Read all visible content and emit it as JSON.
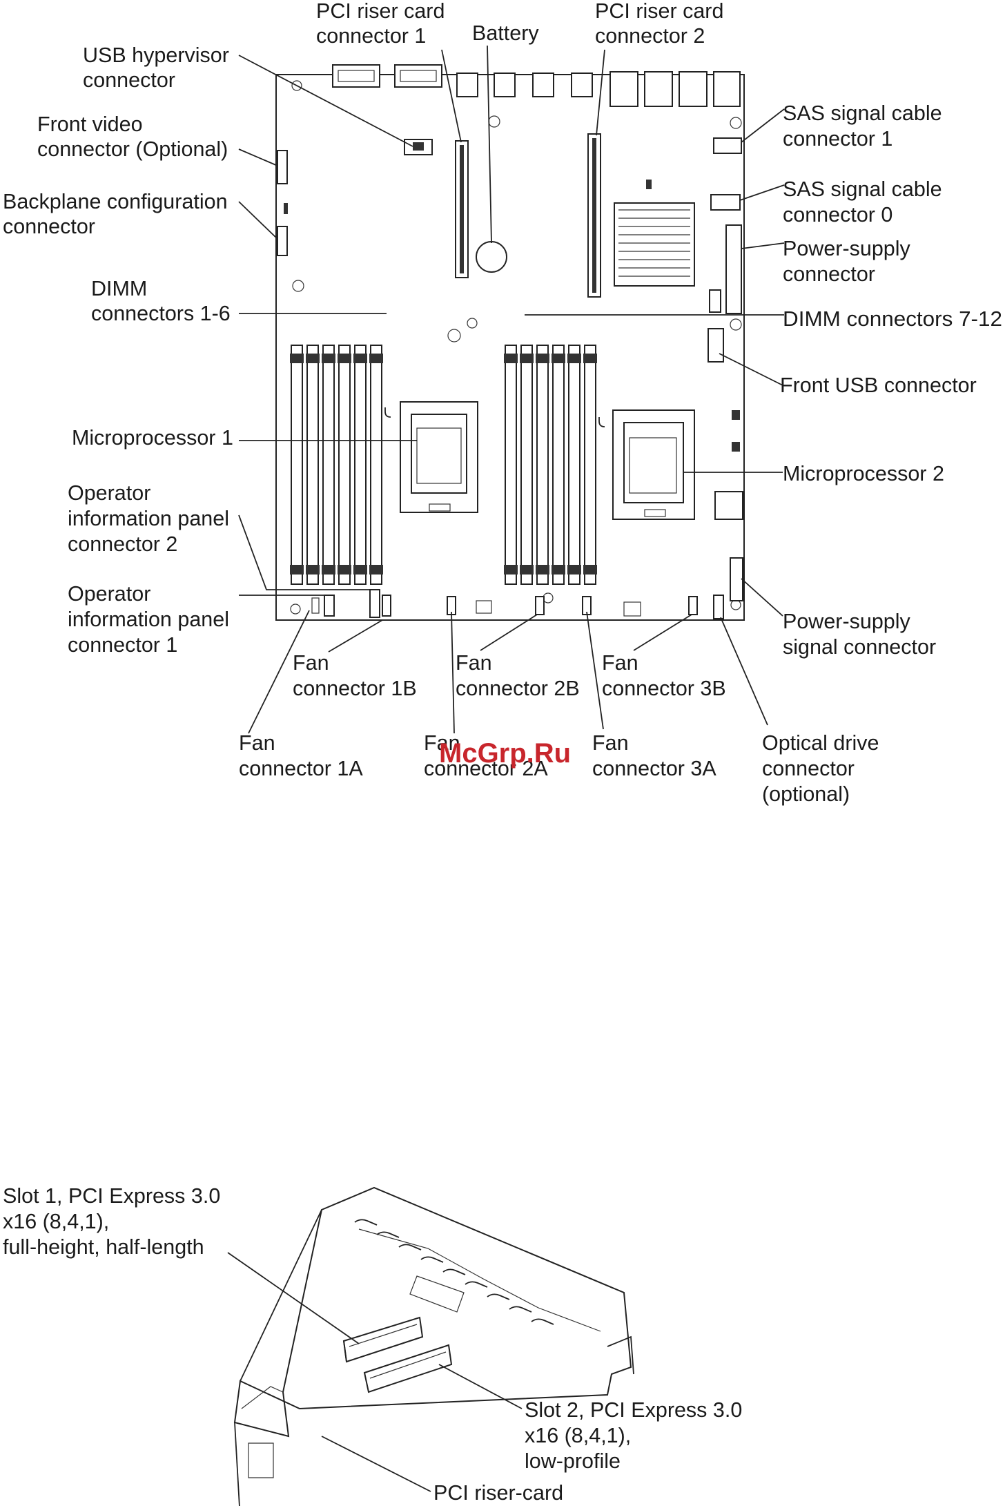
{
  "system_board": {
    "labels": {
      "pci_riser_1": [
        "PCI riser card",
        "connector 1"
      ],
      "battery": [
        "Battery"
      ],
      "pci_riser_2": [
        "PCI riser card",
        "connector 2"
      ],
      "usb_hypervisor": [
        "USB hypervisor",
        "connector"
      ],
      "front_video": [
        "Front video",
        "connector (Optional)"
      ],
      "backplane_config": [
        "Backplane configuration",
        "connector"
      ],
      "dimm_1_6": [
        "DIMM",
        "connectors 1-6"
      ],
      "microprocessor_1": [
        "Microprocessor 1"
      ],
      "op_panel_2": [
        "Operator",
        "information panel",
        "connector 2"
      ],
      "op_panel_1": [
        "Operator",
        "information panel",
        "connector 1"
      ],
      "sas_1": [
        "SAS signal cable",
        "connector 1"
      ],
      "sas_0": [
        "SAS signal cable",
        "connector 0"
      ],
      "power_supply": [
        "Power-supply",
        "connector"
      ],
      "dimm_7_12": [
        "DIMM connectors 7-12"
      ],
      "front_usb": [
        "Front USB connector"
      ],
      "microprocessor_2": [
        "Microprocessor 2"
      ],
      "power_supply_signal": [
        "Power-supply",
        "signal connector"
      ],
      "fan_1b": [
        "Fan",
        "connector 1B"
      ],
      "fan_2b": [
        "Fan",
        "connector 2B"
      ],
      "fan_3b": [
        "Fan",
        "connector 3B"
      ],
      "fan_1a": [
        "Fan",
        "connector 1A"
      ],
      "fan_2a": [
        "Fan",
        "connector 2A"
      ],
      "fan_3a": [
        "Fan",
        "connector 3A"
      ],
      "optical_drive": [
        "Optical drive",
        "connector",
        "(optional)"
      ]
    }
  },
  "riser": {
    "labels": {
      "slot_1": [
        "Slot  1,  PCI  Express 3.0",
        "x16 (8,4,1),",
        "full-height, half-length"
      ],
      "slot_2": [
        "Slot  2, PCI  Express 3.0",
        "x16 (8,4,1),",
        "low-profile"
      ],
      "riser_card": [
        "PCI riser-card"
      ]
    }
  },
  "watermark": "McGrp.Ru",
  "colors": {
    "watermark": "#c8262c",
    "line": "#222222"
  }
}
